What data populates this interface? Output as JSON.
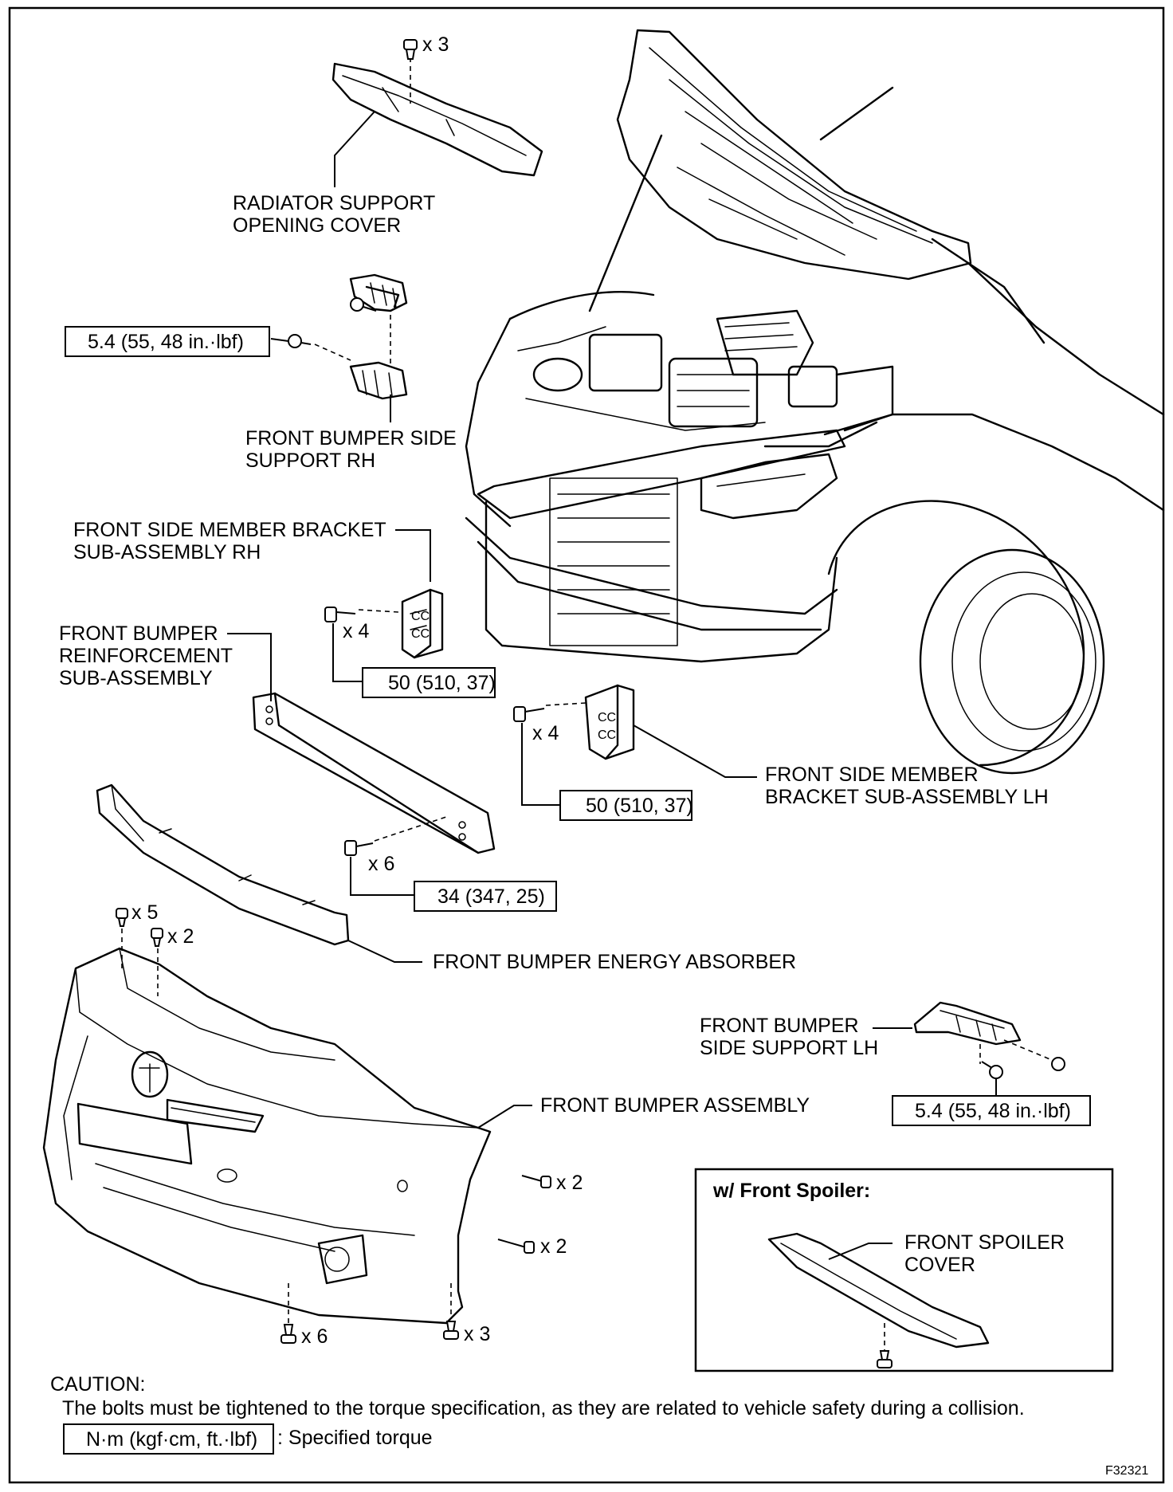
{
  "labels": {
    "radiator_cover": [
      "RADIATOR SUPPORT",
      "OPENING COVER"
    ],
    "side_support_rh": [
      "FRONT BUMPER SIDE",
      "SUPPORT RH"
    ],
    "member_bracket_rh": [
      "FRONT SIDE MEMBER BRACKET",
      "SUB-ASSEMBLY RH"
    ],
    "reinforcement": [
      "FRONT BUMPER",
      "REINFORCEMENT",
      "SUB-ASSEMBLY"
    ],
    "member_bracket_lh": [
      "FRONT SIDE MEMBER",
      "BRACKET SUB-ASSEMBLY LH"
    ],
    "energy_absorber": "FRONT BUMPER ENERGY ABSORBER",
    "side_support_lh": [
      "FRONT BUMPER",
      "SIDE SUPPORT LH"
    ],
    "bumper_assembly": "FRONT BUMPER ASSEMBLY",
    "spoiler_cover": [
      "FRONT SPOILER",
      "COVER"
    ]
  },
  "quantities": {
    "radiator_cover": "x 3",
    "bracket_rh": "x 4",
    "bracket_lh": "x 4",
    "reinforcement": "x 6",
    "bumper_top_a": "x 5",
    "bumper_top_b": "x 2",
    "bumper_side_a": "x 2",
    "bumper_side_b": "x 2",
    "bumper_bottom_a": "x 6",
    "bumper_bottom_b": "x 3"
  },
  "torques": {
    "side_support_rh": "5.4 (55, 48 in.·lbf)",
    "bracket_rh": "50 (510, 37)",
    "bracket_lh": "50 (510, 37)",
    "reinforcement": "34 (347, 25)",
    "side_support_lh": "5.4 (55, 48 in.·lbf)"
  },
  "spoiler_box": {
    "title": "w/ Front Spoiler:"
  },
  "caution": {
    "title": "CAUTION:",
    "text": "The bolts must be tightened to the torque specification, as they are related to vehicle safety during a collision."
  },
  "legend": {
    "unit": "N·m (kgf·cm, ft.·lbf)",
    "meaning": ": Specified torque"
  },
  "figure_id": "F32321",
  "icons": [
    "bolt-icon",
    "clip-icon",
    "screw-icon"
  ]
}
